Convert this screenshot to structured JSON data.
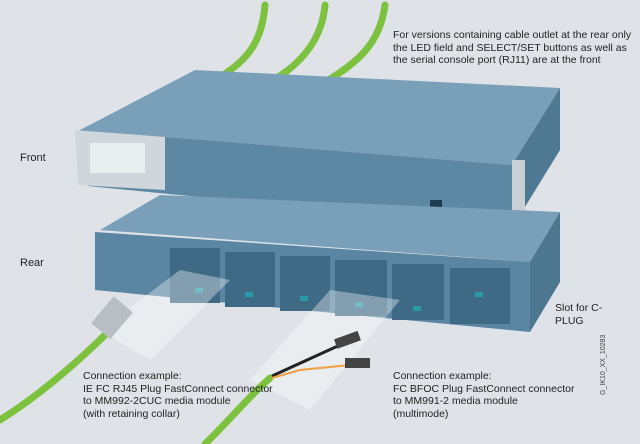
{
  "note_top": "For versions containing cable outlet at the rear only the LED field and SELECT/SET buttons as well as the serial console port (RJ11) are at the front",
  "label_front": "Front",
  "label_rear": "Rear",
  "slot_label": "Slot for C-PLUG",
  "connection_left": {
    "line1": "Connection example:",
    "line2": "IE FC RJ45 Plug FastConnect connector",
    "line3": "to MM992-2CUC media module",
    "line4": "(with retaining collar)"
  },
  "connection_right": {
    "line1": "Connection example:",
    "line2": "FC BFOC Plug FastConnect connector",
    "line3": "to MM991-2 media module",
    "line4": "(multimode)"
  },
  "image_code": "G_IK10_XX_10283",
  "colors": {
    "background": "#dfe3e7",
    "device": "#5f8aa6",
    "cable": "#7cc23f",
    "connector": "#2a9aa8"
  }
}
